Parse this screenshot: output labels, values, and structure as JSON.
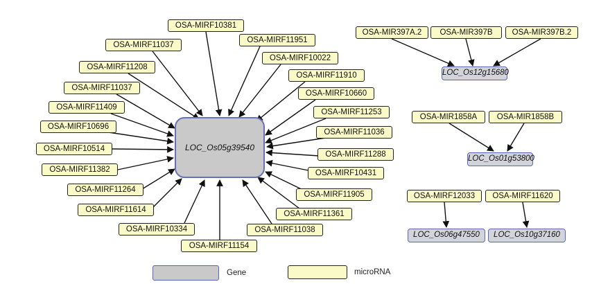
{
  "hub": {
    "label": "LOC_Os05g39540"
  },
  "hub_mirnas": [
    "OSA-MIRF10381",
    "OSA-MIRF11951",
    "OSA-MIRF11037",
    "OSA-MIRF10022",
    "OSA-MIRF11208",
    "OSA-MIRF11910",
    "OSA-MIRF11037",
    "OSA-MIRF10660",
    "OSA-MIRF11409",
    "OSA-MIRF11253",
    "OSA-MIRF10696",
    "OSA-MIRF11036",
    "OSA-MIRF10514",
    "OSA-MIRF11288",
    "OSA-MIRF11382",
    "OSA-MIRF10431",
    "OSA-MIRF11264",
    "OSA-MIRF11905",
    "OSA-MIRF11614",
    "OSA-MIRF11361",
    "OSA-MIRF10334",
    "OSA-MIRF11038",
    "OSA-MIRF11154"
  ],
  "clusters": [
    {
      "gene": "LOC_Os12g15680",
      "mirnas": [
        "OSA-MIR397A.2",
        "OSA-MIR397B",
        "OSA-MIR397B.2"
      ]
    },
    {
      "gene": "LOC_Os01g53800",
      "mirnas": [
        "OSA-MIR1858A",
        "OSA-MIR1858B"
      ]
    },
    {
      "gene": "LOC_Os06g47550",
      "mirnas": [
        "OSA-MIRF12033"
      ]
    },
    {
      "gene": "LOC_Os10g37160",
      "mirnas": [
        "OSA-MIRF11620"
      ]
    }
  ],
  "legend": {
    "gene_label": "Gene",
    "mirna_label": "microRNA"
  }
}
